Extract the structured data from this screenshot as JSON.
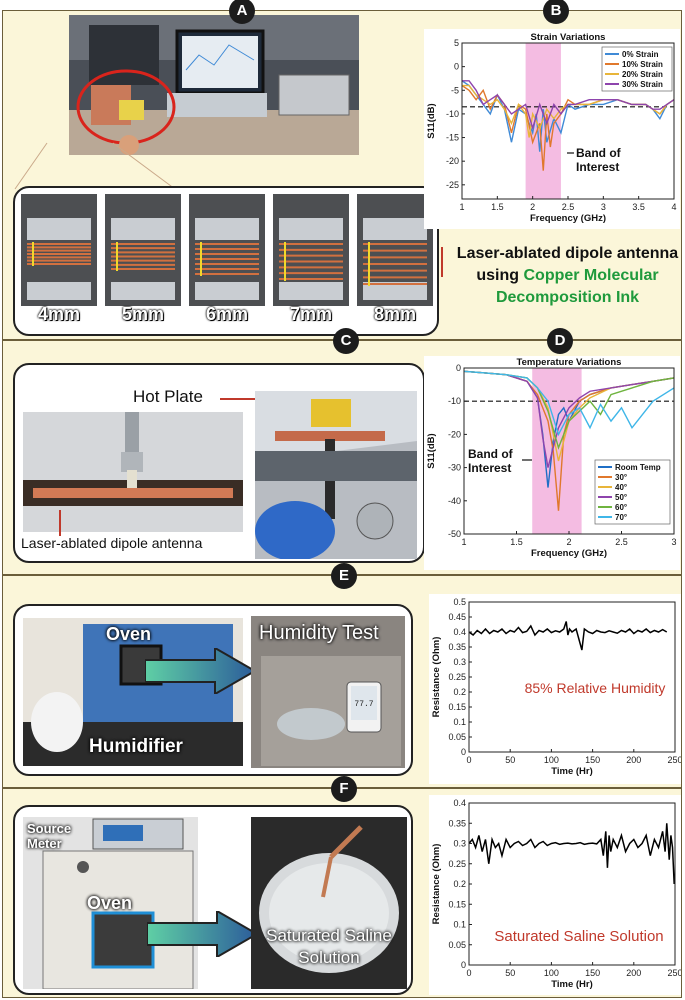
{
  "badges": {
    "a": "A",
    "b": "B",
    "c": "C",
    "d": "D",
    "e": "E",
    "f": "F"
  },
  "panel_a": {
    "strain_lengths": [
      "4mm",
      "5mm",
      "6mm",
      "7mm",
      "8mm"
    ],
    "caption_line1": "Laser-ablated dipole antenna",
    "caption_line2_prefix": "using ",
    "caption_line2_highlight": "Copper Molecular",
    "caption_line3": "Decomposition Ink"
  },
  "panel_c": {
    "hot_plate_label": "Hot Plate",
    "antenna_label": "Laser-ablated dipole antenna"
  },
  "panel_e": {
    "oven_label": "Oven",
    "humidifier_label": "Humidifier",
    "test_label": "Humidity Test",
    "meter_readout": "77.7"
  },
  "panel_f": {
    "source_meter_label": "Source\nMeter",
    "oven_label": "Oven",
    "saline_label": "Saturated Saline\nSolution"
  },
  "colors": {
    "panel_bg": "#fbf6d9",
    "highlight_green": "#1f9a3c",
    "band_pink": "#f0a6d8",
    "annotation_red": "#c0392b"
  },
  "chart_data": [
    {
      "type": "line",
      "title": "Strain Variations",
      "xlabel": "Frequency (GHz)",
      "ylabel": "S11(dB)",
      "xlim": [
        1,
        4
      ],
      "ylim": [
        -28,
        5
      ],
      "xticks": [
        1,
        1.5,
        2,
        2.5,
        3,
        3.5,
        4
      ],
      "yticks": [
        5,
        0,
        -5,
        -10,
        -15,
        -20,
        -25
      ],
      "threshold": -8.5,
      "band": [
        1.9,
        2.4
      ],
      "band_annotation": "Band of\nInterest",
      "legend_position": "top-right",
      "series": [
        {
          "name": "0% Strain",
          "color": "#3f8ad6",
          "x": [
            1,
            1.1,
            1.2,
            1.3,
            1.4,
            1.5,
            1.6,
            1.7,
            1.8,
            1.9,
            2.0,
            2.05,
            2.1,
            2.15,
            2.2,
            2.3,
            2.4,
            2.5,
            2.6,
            2.8,
            3.0,
            3.2,
            3.4,
            3.6,
            3.7,
            3.8,
            3.9,
            4.0
          ],
          "y": [
            -3,
            -4,
            -6,
            -8,
            -10,
            -6,
            -9,
            -16,
            -9,
            -10,
            -14,
            -10,
            -18,
            -9,
            -16,
            -11,
            -14,
            -8,
            -9,
            -8,
            -8,
            -7,
            -8,
            -8,
            -9,
            -11,
            -8,
            -7
          ]
        },
        {
          "name": "10% Strain",
          "color": "#e0782c",
          "x": [
            1,
            1.1,
            1.2,
            1.3,
            1.4,
            1.5,
            1.6,
            1.7,
            1.8,
            1.9,
            2.0,
            2.1,
            2.15,
            2.2,
            2.25,
            2.3,
            2.4,
            2.5,
            2.6,
            2.8,
            3.0,
            3.2,
            3.4,
            3.6,
            3.7,
            3.8,
            3.9,
            4.0
          ],
          "y": [
            -4,
            -5,
            -7,
            -5,
            -9,
            -6,
            -8,
            -14,
            -8,
            -9,
            -16,
            -12,
            -22,
            -10,
            -17,
            -12,
            -10,
            -7,
            -8,
            -8,
            -7,
            -7,
            -8,
            -8,
            -9,
            -10,
            -8,
            -7
          ]
        },
        {
          "name": "20% Strain",
          "color": "#e8b53a",
          "x": [
            1,
            1.1,
            1.2,
            1.3,
            1.4,
            1.5,
            1.6,
            1.7,
            1.8,
            1.9,
            1.95,
            2.0,
            2.1,
            2.2,
            2.3,
            2.4,
            2.5,
            2.6,
            2.8,
            3.0,
            3.2,
            3.4,
            3.6,
            3.7,
            3.8,
            3.9,
            4.0
          ],
          "y": [
            -4,
            -4,
            -6,
            -7,
            -8,
            -7,
            -9,
            -12,
            -8,
            -10,
            -15,
            -10,
            -13,
            -9,
            -11,
            -9,
            -8,
            -8,
            -8,
            -7,
            -7,
            -8,
            -8,
            -9,
            -10,
            -8,
            -7
          ]
        },
        {
          "name": "30% Strain",
          "color": "#8e44ad",
          "x": [
            1,
            1.1,
            1.2,
            1.3,
            1.4,
            1.5,
            1.6,
            1.7,
            1.8,
            1.9,
            2.0,
            2.1,
            2.2,
            2.3,
            2.4,
            2.5,
            2.6,
            2.8,
            3.0,
            3.2,
            3.4,
            3.6,
            3.7,
            3.8,
            3.9,
            4.0
          ],
          "y": [
            -3,
            -3,
            -5,
            -8,
            -7,
            -6,
            -8,
            -10,
            -9,
            -8,
            -13,
            -8,
            -12,
            -8,
            -10,
            -8,
            -8,
            -7,
            -7,
            -7,
            -8,
            -8,
            -9,
            -9,
            -8,
            -7
          ]
        }
      ]
    },
    {
      "type": "line",
      "title": "Temperature Variations",
      "xlabel": "Frequency (GHz)",
      "ylabel": "S11(dB)",
      "xlim": [
        1,
        3
      ],
      "ylim": [
        -50,
        0
      ],
      "xticks": [
        1,
        1.5,
        2,
        2.5,
        3
      ],
      "yticks": [
        0,
        -10,
        -20,
        -30,
        -40,
        -50
      ],
      "threshold": -10,
      "band": [
        1.65,
        2.12
      ],
      "band_annotation": "Band of\nInterest",
      "legend_position": "bottom-right",
      "series": [
        {
          "name": "Room Temp",
          "color": "#1f6fc6",
          "x": [
            1,
            1.2,
            1.4,
            1.6,
            1.7,
            1.75,
            1.8,
            1.85,
            1.9,
            1.95,
            2.0,
            2.1,
            2.2,
            2.4,
            2.6,
            2.8,
            3.0
          ],
          "y": [
            -1,
            -1.5,
            -2,
            -4,
            -9,
            -20,
            -36,
            -22,
            -14,
            -12,
            -16,
            -10,
            -8,
            -6,
            -5,
            -4,
            -3
          ]
        },
        {
          "name": "30°",
          "color": "#e0782c",
          "x": [
            1,
            1.2,
            1.4,
            1.6,
            1.7,
            1.8,
            1.85,
            1.9,
            1.95,
            2.0,
            2.1,
            2.2,
            2.4,
            2.6,
            2.8,
            3.0
          ],
          "y": [
            -1,
            -1.5,
            -2,
            -4,
            -8,
            -16,
            -25,
            -43,
            -20,
            -14,
            -10,
            -8,
            -6,
            -5,
            -4,
            -3
          ]
        },
        {
          "name": "40°",
          "color": "#e8b53a",
          "x": [
            1,
            1.2,
            1.4,
            1.6,
            1.7,
            1.8,
            1.9,
            2.0,
            2.1,
            2.2,
            2.4,
            2.6,
            2.8,
            3.0
          ],
          "y": [
            -1,
            -1.5,
            -2,
            -3,
            -6,
            -12,
            -28,
            -16,
            -12,
            -9,
            -6,
            -5,
            -4,
            -3
          ]
        },
        {
          "name": "50°",
          "color": "#8e44ad",
          "x": [
            1,
            1.2,
            1.4,
            1.6,
            1.7,
            1.75,
            1.8,
            1.9,
            2.0,
            2.1,
            2.2,
            2.4,
            2.6,
            2.8,
            3.0
          ],
          "y": [
            -1,
            -1.5,
            -2,
            -4,
            -9,
            -21,
            -30,
            -18,
            -12,
            -9,
            -7,
            -6,
            -5,
            -4,
            -3
          ]
        },
        {
          "name": "60°",
          "color": "#6fb43f",
          "x": [
            1,
            1.2,
            1.4,
            1.6,
            1.7,
            1.8,
            1.9,
            2.0,
            2.1,
            2.2,
            2.3,
            2.4,
            2.6,
            2.8,
            3.0
          ],
          "y": [
            -1,
            -1.5,
            -2,
            -3,
            -6,
            -13,
            -24,
            -16,
            -13,
            -10,
            -14,
            -8,
            -6,
            -4,
            -3
          ]
        },
        {
          "name": "70°",
          "color": "#3fb6e8",
          "x": [
            1,
            1.2,
            1.4,
            1.6,
            1.7,
            1.8,
            1.9,
            2.0,
            2.1,
            2.2,
            2.3,
            2.4,
            2.5,
            2.6,
            2.8,
            3.0
          ],
          "y": [
            -1,
            -1.5,
            -2,
            -3,
            -6,
            -10,
            -20,
            -14,
            -12,
            -18,
            -11,
            -16,
            -12,
            -18,
            -10,
            -6
          ]
        }
      ]
    },
    {
      "type": "line",
      "title": "",
      "xlabel": "Time (Hr)",
      "ylabel": "Resistance (Ohm)",
      "xlim": [
        0,
        250
      ],
      "ylim": [
        0,
        0.5
      ],
      "xticks": [
        0,
        50,
        100,
        150,
        200,
        250
      ],
      "yticks": [
        0,
        0.05,
        0.1,
        0.15,
        0.2,
        0.25,
        0.3,
        0.35,
        0.4,
        0.45,
        0.5
      ],
      "annotation": "85% Relative Humidity",
      "series": [
        {
          "name": "",
          "color": "#000000",
          "x": [
            0,
            5,
            10,
            15,
            20,
            25,
            30,
            35,
            40,
            45,
            50,
            55,
            60,
            65,
            70,
            75,
            80,
            85,
            90,
            95,
            100,
            105,
            110,
            115,
            118,
            120,
            122,
            125,
            130,
            133,
            135,
            137,
            140,
            145,
            150,
            155,
            160,
            165,
            170,
            175,
            180,
            185,
            190,
            195,
            200,
            205,
            210,
            215,
            220,
            225,
            230,
            235,
            240
          ],
          "y": [
            0.4,
            0.39,
            0.405,
            0.395,
            0.41,
            0.395,
            0.405,
            0.4,
            0.41,
            0.395,
            0.405,
            0.4,
            0.415,
            0.398,
            0.402,
            0.42,
            0.39,
            0.405,
            0.4,
            0.41,
            0.398,
            0.404,
            0.4,
            0.41,
            0.435,
            0.39,
            0.41,
            0.4,
            0.41,
            0.38,
            0.36,
            0.34,
            0.41,
            0.4,
            0.395,
            0.405,
            0.4,
            0.398,
            0.404,
            0.4,
            0.396,
            0.405,
            0.4,
            0.41,
            0.395,
            0.405,
            0.4,
            0.41,
            0.398,
            0.405,
            0.4,
            0.408,
            0.4
          ]
        }
      ]
    },
    {
      "type": "line",
      "title": "",
      "xlabel": "Time (Hr)",
      "ylabel": "Resistance (Ohm)",
      "xlim": [
        0,
        250
      ],
      "ylim": [
        0,
        0.4
      ],
      "xticks": [
        0,
        50,
        100,
        150,
        200,
        250
      ],
      "yticks": [
        0,
        0.05,
        0.1,
        0.15,
        0.2,
        0.25,
        0.3,
        0.35,
        0.4
      ],
      "annotation": "Saturated Saline Solution",
      "series": [
        {
          "name": "",
          "color": "#000000",
          "x": [
            0,
            4,
            8,
            12,
            16,
            20,
            24,
            28,
            32,
            36,
            40,
            45,
            50,
            55,
            60,
            65,
            70,
            75,
            80,
            85,
            90,
            95,
            100,
            105,
            110,
            115,
            120,
            125,
            130,
            135,
            140,
            145,
            150,
            155,
            160,
            163,
            166,
            168,
            170,
            172,
            175,
            180,
            185,
            190,
            195,
            200,
            205,
            210,
            215,
            220,
            225,
            230,
            235,
            238,
            240,
            243,
            245,
            247,
            249
          ],
          "y": [
            0.3,
            0.31,
            0.29,
            0.32,
            0.28,
            0.31,
            0.25,
            0.31,
            0.29,
            0.3,
            0.27,
            0.31,
            0.29,
            0.3,
            0.305,
            0.295,
            0.3,
            0.31,
            0.29,
            0.3,
            0.305,
            0.295,
            0.3,
            0.302,
            0.298,
            0.3,
            0.301,
            0.299,
            0.3,
            0.302,
            0.298,
            0.3,
            0.301,
            0.299,
            0.31,
            0.27,
            0.33,
            0.24,
            0.32,
            0.28,
            0.31,
            0.29,
            0.32,
            0.28,
            0.3,
            0.31,
            0.29,
            0.3,
            0.32,
            0.27,
            0.31,
            0.29,
            0.33,
            0.28,
            0.35,
            0.26,
            0.32,
            0.29,
            0.2
          ]
        }
      ]
    }
  ]
}
